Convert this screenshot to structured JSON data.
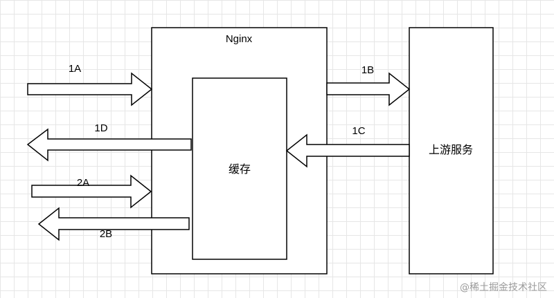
{
  "nodes": {
    "nginx": "Nginx",
    "cache": "缓存",
    "upstream": "上游服务"
  },
  "arrows": {
    "a1A": "1A",
    "a1B": "1B",
    "a1C": "1C",
    "a1D": "1D",
    "a2A": "2A",
    "a2B": "2B"
  },
  "watermark": "@稀土掘金技术社区"
}
